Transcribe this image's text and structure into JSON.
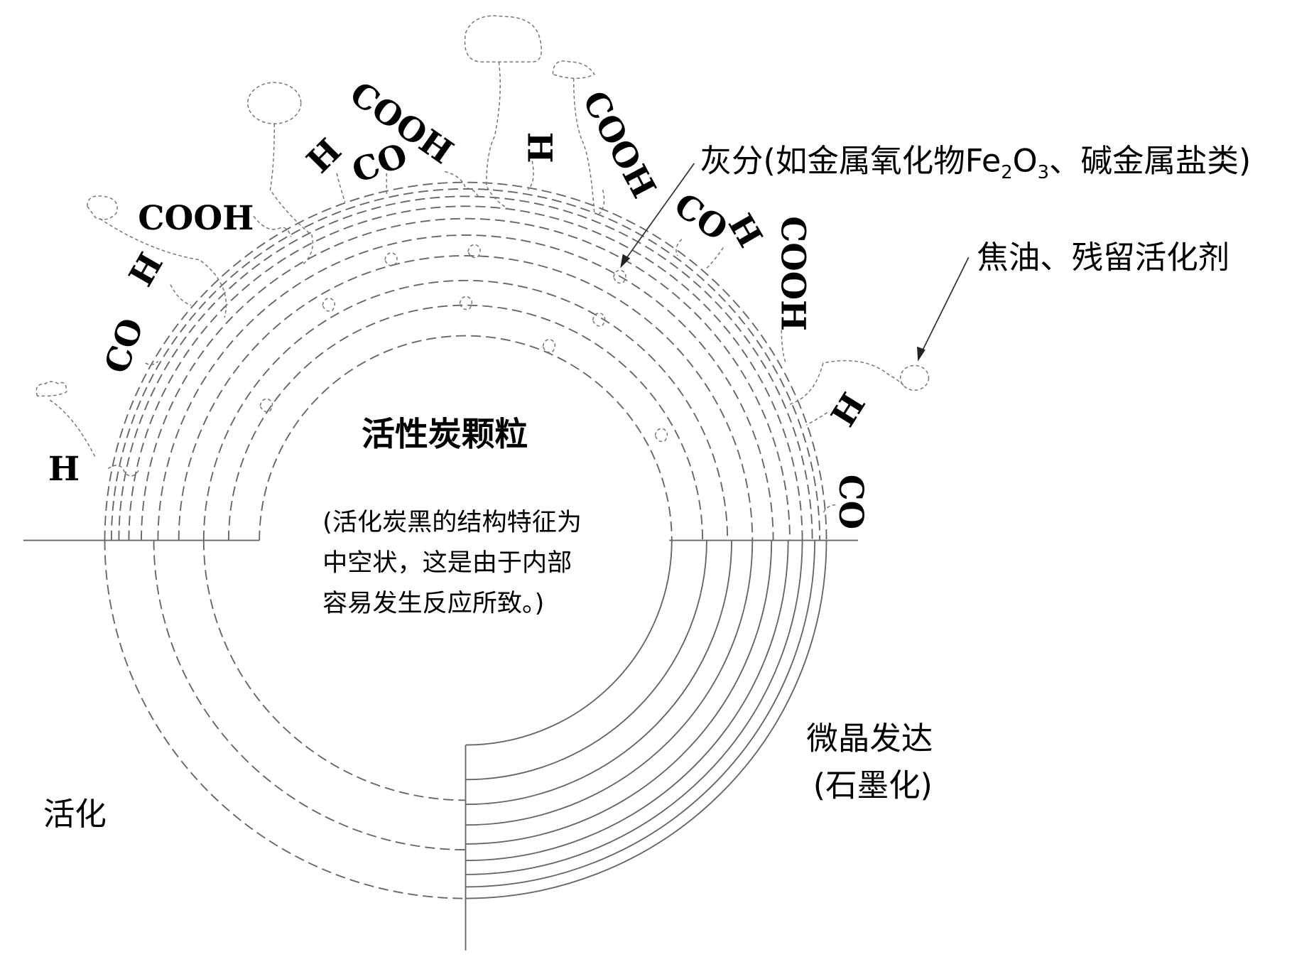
{
  "title": "活性炭颗粒",
  "description_lines": [
    "(活化炭黑的结构特征为",
    "中空状，这是由于内部",
    "容易发生反应所致。)"
  ],
  "ash_label": {
    "prefix": "灰分(如金属氧化物Fe",
    "sub1": "2",
    "mid": "O",
    "sub2": "3",
    "suffix": "、碱金属盐类)"
  },
  "tar_label": "焦油、残留活化剂",
  "left_label": "活化",
  "right_label": [
    "微晶发达",
    "(石墨化)"
  ],
  "functional_groups": [
    "H",
    "CO",
    "H",
    "COOH",
    "H",
    "CO",
    "COOH",
    "H",
    "COOH",
    "CO",
    "H",
    "COOH",
    "H",
    "CO"
  ]
}
